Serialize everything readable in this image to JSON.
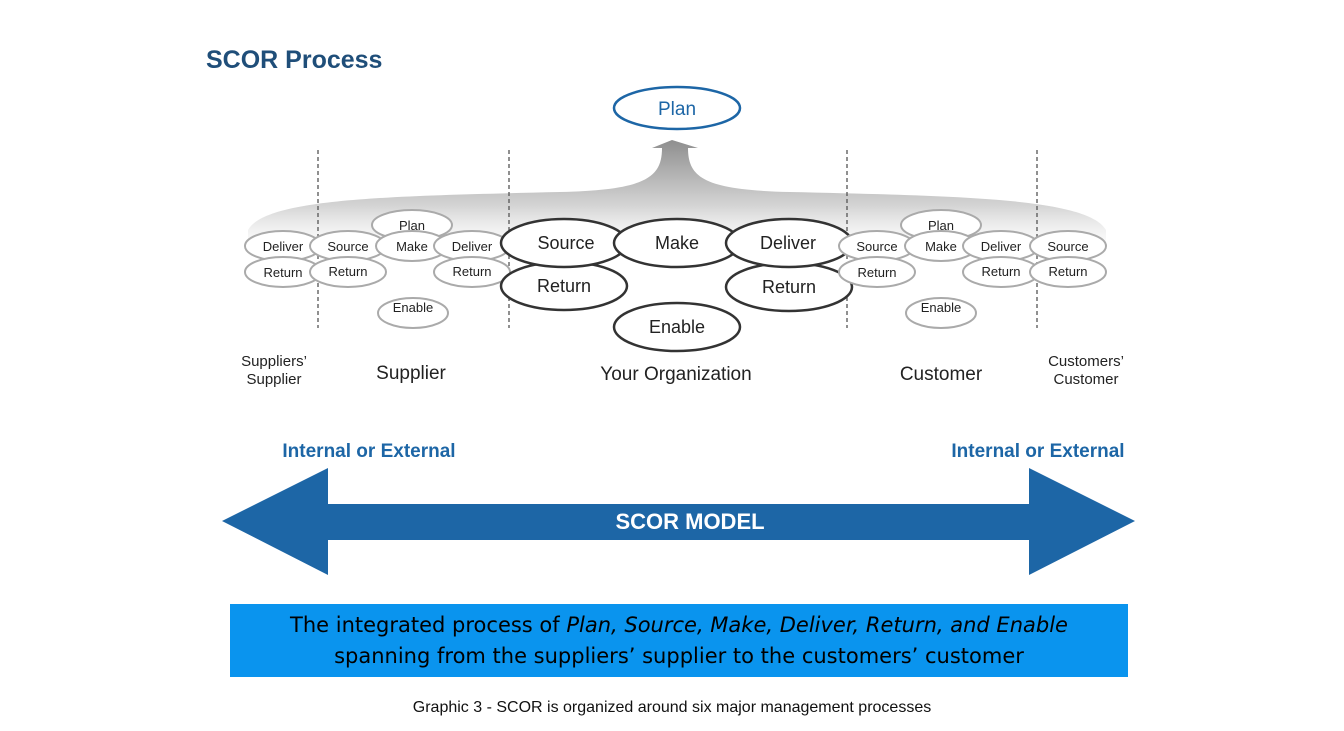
{
  "title": "SCOR Process",
  "colors": {
    "title": "#1f4e79",
    "arrow": "#1d66a6",
    "banner": "#0a94ee",
    "plan_oval": "#1d66a6"
  },
  "plan_top": "Plan",
  "org": {
    "source": "Source",
    "make": "Make",
    "deliver": "Deliver",
    "return_left": "Return",
    "return_right": "Return",
    "enable": "Enable"
  },
  "suppliers_supplier": {
    "deliver": "Deliver",
    "return": "Return"
  },
  "supplier": {
    "source": "Source",
    "return": "Return",
    "plan": "Plan",
    "make": "Make",
    "deliver": "Deliver",
    "return2": "Return",
    "enable": "Enable"
  },
  "customer": {
    "source": "Source",
    "return": "Return",
    "plan": "Plan",
    "make": "Make",
    "deliver": "Deliver",
    "return2": "Return",
    "enable": "Enable"
  },
  "customers_customer": {
    "source": "Source",
    "return": "Return"
  },
  "labels": {
    "suppliers_supplier_1": "Suppliers’",
    "suppliers_supplier_2": "Supplier",
    "supplier": "Supplier",
    "your_organization": "Your Organization",
    "customer": "Customer",
    "customers_customer_1": "Customers’",
    "customers_customer_2": "Customer"
  },
  "internal_external_left": "Internal or External",
  "internal_external_right": "Internal or External",
  "arrow_label": "SCOR MODEL",
  "banner": {
    "prefix": "The integrated process of ",
    "italic": "Plan, Source, Make, Deliver, Return, and Enable",
    "line2": "spanning from the suppliers’ supplier to the customers’ customer"
  },
  "caption": "Graphic 3 - SCOR is organized around six major management processes"
}
